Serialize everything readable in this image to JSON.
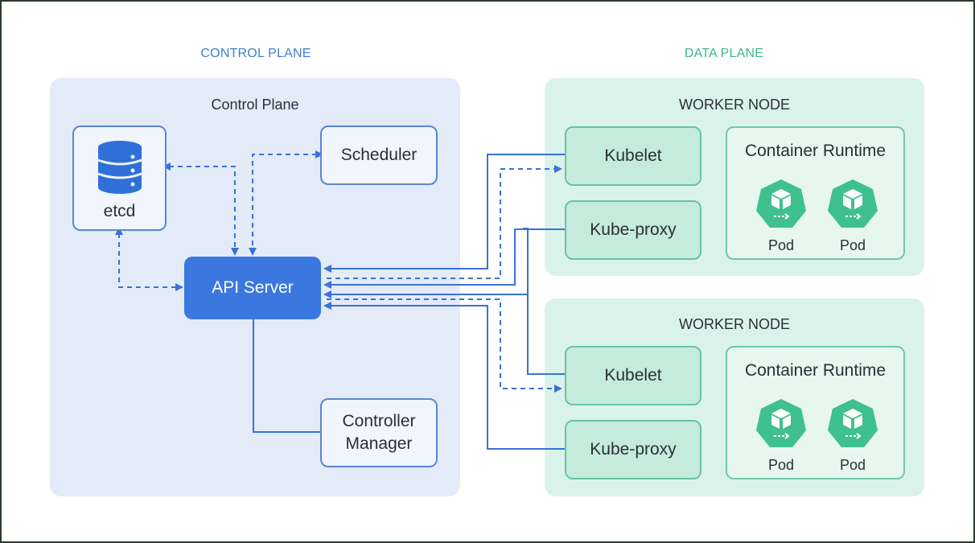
{
  "headings": {
    "control": "CONTROL PLANE",
    "data": "DATA PLANE"
  },
  "control_plane": {
    "title": "Control Plane",
    "etcd": "etcd",
    "scheduler": "Scheduler",
    "api_server": "API Server",
    "controller_manager_line1": "Controller",
    "controller_manager_line2": "Manager"
  },
  "worker_nodes": [
    {
      "title": "WORKER NODE",
      "kubelet": "Kubelet",
      "kube_proxy": "Kube-proxy",
      "runtime_title": "Container Runtime",
      "pods": [
        "Pod",
        "Pod"
      ]
    },
    {
      "title": "WORKER NODE",
      "kubelet": "Kubelet",
      "kube_proxy": "Kube-proxy",
      "runtime_title": "Container Runtime",
      "pods": [
        "Pod",
        "Pod"
      ]
    }
  ],
  "colors": {
    "control_heading": "#3f7fcf",
    "data_heading": "#3fb58b",
    "control_panel_bg": "#e3ebf9",
    "data_panel_bg": "#daf3ea",
    "connector": "#3a72d6",
    "pod_fill": "#3fc08f"
  },
  "icons": {
    "etcd": "database-icon",
    "pod": "pod-heptagon-icon"
  }
}
